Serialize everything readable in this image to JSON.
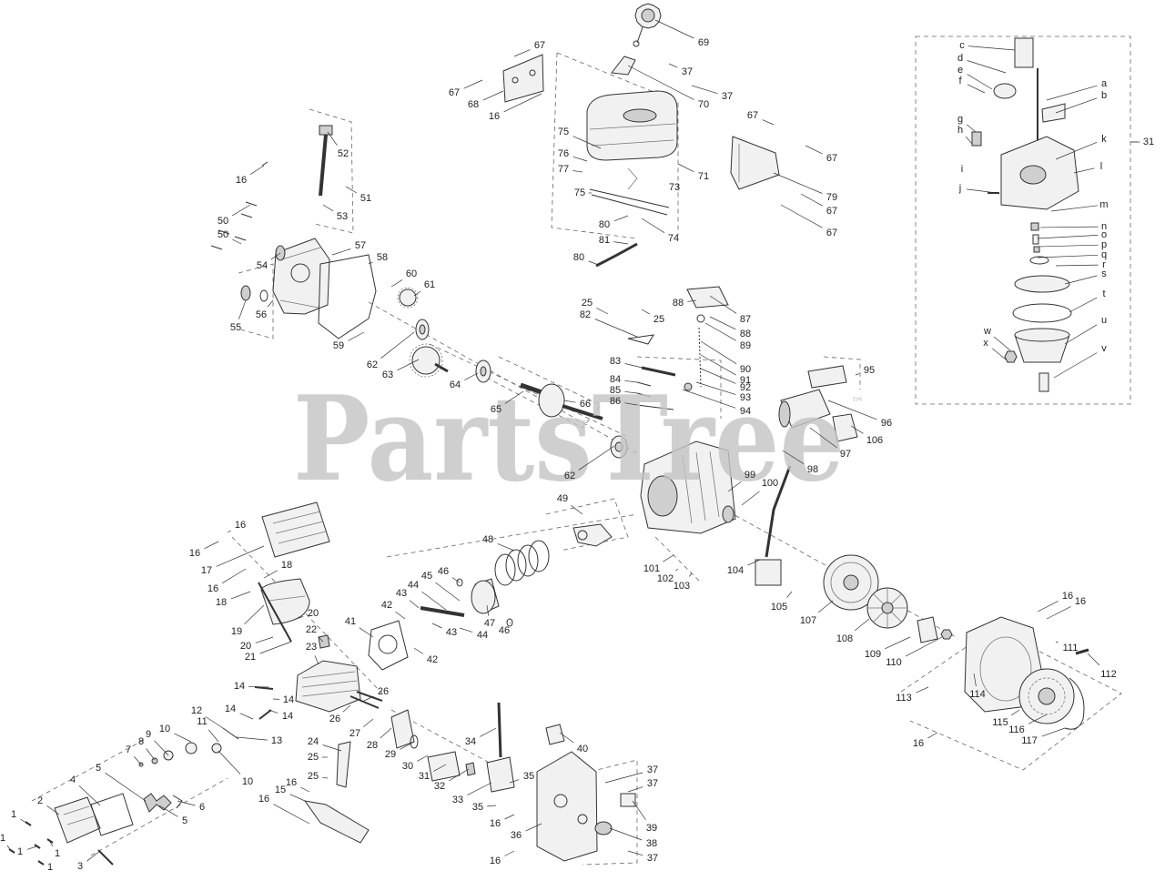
{
  "watermark": {
    "text": "PartsTree",
    "trademark": "™"
  },
  "callouts": [
    "69",
    "67",
    "67",
    "68",
    "16",
    "37",
    "37",
    "70",
    "67",
    "75",
    "76",
    "77",
    "75",
    "71",
    "73",
    "67",
    "79",
    "67",
    "67",
    "80",
    "74",
    "81",
    "80",
    "16",
    "52",
    "51",
    "53",
    "50",
    "50",
    "54",
    "57",
    "58",
    "60",
    "61",
    "55",
    "56",
    "59",
    "62",
    "63",
    "64",
    "65",
    "66",
    "62",
    "25",
    "82",
    "25",
    "88",
    "87",
    "88",
    "89",
    "83",
    "84",
    "85",
    "86",
    "90",
    "91",
    "92",
    "93",
    "94",
    "95",
    "96",
    "106",
    "97",
    "98",
    "99",
    "100",
    "49",
    "48",
    "101",
    "102",
    "103",
    "104",
    "105",
    "107",
    "108",
    "109",
    "110",
    "111",
    "112",
    "16",
    "16",
    "113",
    "114",
    "115",
    "116",
    "117",
    "16",
    "16",
    "16",
    "17",
    "16",
    "18",
    "18",
    "19",
    "20",
    "20",
    "21",
    "22",
    "23",
    "41",
    "42",
    "42",
    "43",
    "43",
    "44",
    "44",
    "45",
    "46",
    "46",
    "47",
    "14",
    "14",
    "14",
    "14",
    "26",
    "26",
    "27",
    "12",
    "11",
    "10",
    "9",
    "8",
    "7",
    "13",
    "10",
    "5",
    "4",
    "6",
    "5",
    "2",
    "1",
    "1",
    "1",
    "1",
    "1",
    "3",
    "28",
    "24",
    "25",
    "25",
    "29",
    "30",
    "31",
    "32",
    "33",
    "34",
    "35",
    "35",
    "15",
    "16",
    "16",
    "16",
    "36",
    "16",
    "40",
    "37",
    "37",
    "39",
    "38",
    "37",
    "c",
    "d",
    "e",
    "f",
    "a",
    "b",
    "g",
    "h",
    "k",
    "31",
    "i",
    "l",
    "j",
    "m",
    "n",
    "o",
    "p",
    "q",
    "r",
    "s",
    "t",
    "u",
    "v",
    "w",
    "x"
  ]
}
